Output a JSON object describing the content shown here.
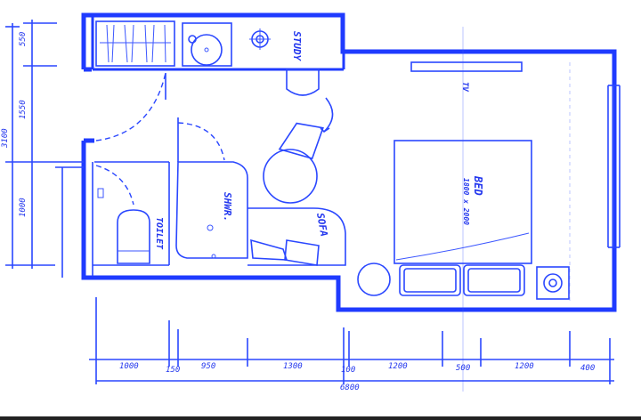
{
  "rooms": {
    "study": "STUDY",
    "shower": "SHWR.",
    "toilet": "TOILET",
    "sofa": "SOFA",
    "tv": "TV",
    "bed": "BED",
    "bed_size": "1800 x 2000"
  },
  "dimensions": {
    "bottom": [
      "1000",
      "150",
      "950",
      "1300",
      "100",
      "1200",
      "500",
      "1200",
      "400"
    ],
    "total": "6800",
    "left": [
      "550",
      "1550",
      "1000"
    ],
    "left_total": "3100"
  },
  "colors": {
    "ink": "#1f3bff",
    "background": "#ffffff"
  }
}
